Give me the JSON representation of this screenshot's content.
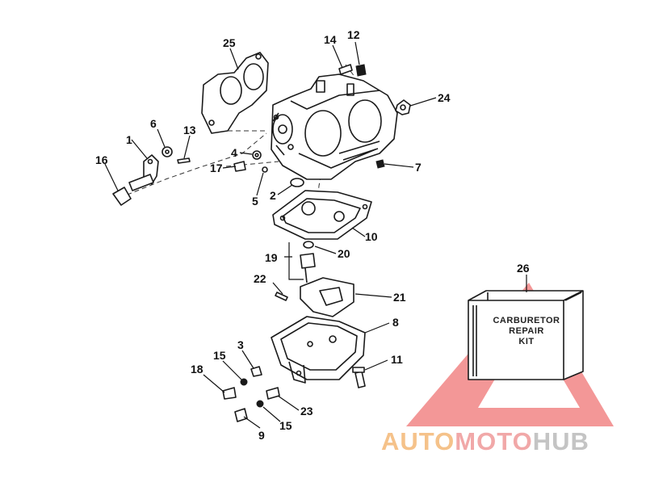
{
  "diagram": {
    "kit_label": [
      "CARBURETOR",
      "REPAIR",
      "KIT"
    ],
    "callouts": [
      {
        "id": "25",
        "label": "25"
      },
      {
        "id": "14",
        "label": "14"
      },
      {
        "id": "12",
        "label": "12"
      },
      {
        "id": "24",
        "label": "24"
      },
      {
        "id": "6",
        "label": "6"
      },
      {
        "id": "13",
        "label": "13"
      },
      {
        "id": "1",
        "label": "1"
      },
      {
        "id": "16",
        "label": "16"
      },
      {
        "id": "4",
        "label": "4"
      },
      {
        "id": "17",
        "label": "17"
      },
      {
        "id": "7",
        "label": "7"
      },
      {
        "id": "2",
        "label": "2"
      },
      {
        "id": "5",
        "label": "5"
      },
      {
        "id": "10",
        "label": "10"
      },
      {
        "id": "20",
        "label": "20"
      },
      {
        "id": "19",
        "label": "19"
      },
      {
        "id": "22",
        "label": "22"
      },
      {
        "id": "21",
        "label": "21"
      },
      {
        "id": "26",
        "label": "26"
      },
      {
        "id": "8",
        "label": "8"
      },
      {
        "id": "3",
        "label": "3"
      },
      {
        "id": "15a",
        "label": "15"
      },
      {
        "id": "18",
        "label": "18"
      },
      {
        "id": "11",
        "label": "11"
      },
      {
        "id": "23",
        "label": "23"
      },
      {
        "id": "15b",
        "label": "15"
      },
      {
        "id": "9",
        "label": "9"
      }
    ]
  },
  "watermark": {
    "part1": "AUTO",
    "part2": "MOTO",
    "part3": "HUB",
    "colors": {
      "auto": "#f5c28a",
      "moto": "#f1a8a8",
      "hub": "#c4c4c4",
      "triangle": "#f28c8c"
    }
  }
}
